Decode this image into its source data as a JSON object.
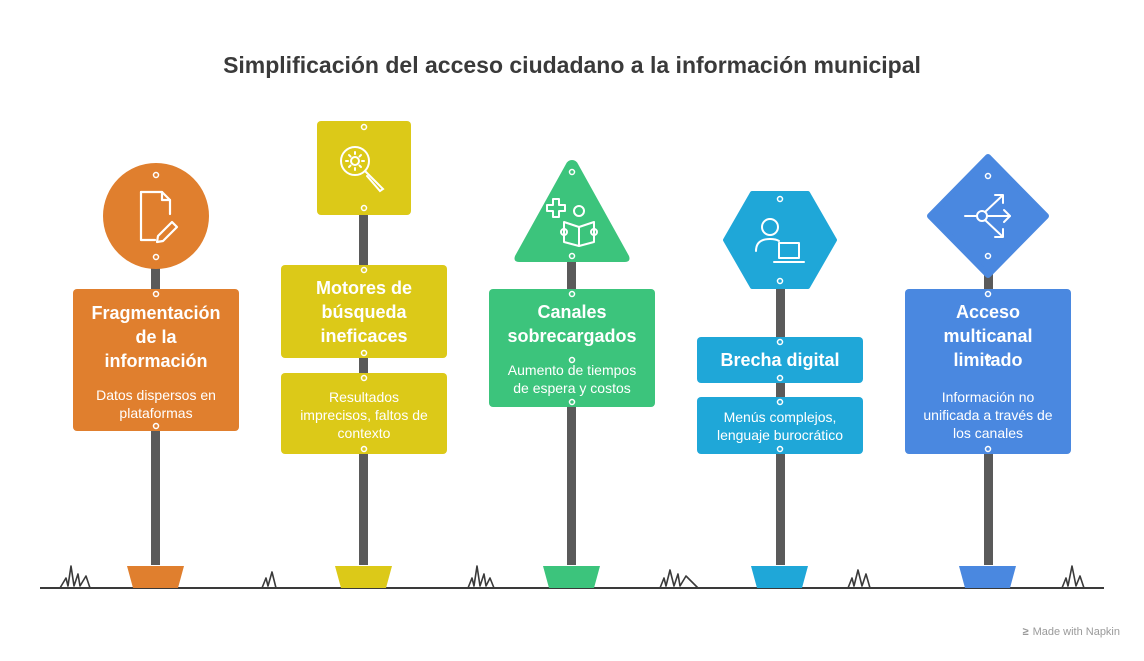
{
  "title": "Simplificación del acceso ciudadano a la información municipal",
  "colors": {
    "orange": "#E07F2E",
    "yellow": "#DCC918",
    "green": "#3CC47C",
    "cyan": "#1FA7D8",
    "blue": "#4A88E0",
    "pole": "#5a5a5a",
    "ground": "#3a3a3a"
  },
  "signs": [
    {
      "id": "fragmentacion",
      "title": "Fragmentación de la información",
      "title_lines": [
        "Fragmentación",
        "de la",
        "información"
      ],
      "description": "Datos dispersos en plataformas",
      "desc_lines": [
        "Datos dispersos en",
        "plataformas"
      ],
      "icon": "document-edit-icon",
      "shape": "circle"
    },
    {
      "id": "motores",
      "title": "Motores de búsqueda ineficaces",
      "title_lines": [
        "Motores de",
        "búsqueda",
        "ineficaces"
      ],
      "description": "Resultados imprecisos, faltos de contexto",
      "desc_lines": [
        "Resultados",
        "imprecisos, faltos de",
        "contexto"
      ],
      "icon": "gear-search-icon",
      "shape": "square"
    },
    {
      "id": "canales",
      "title": "Canales sobrecargados",
      "title_lines": [
        "Canales",
        "sobrecargados"
      ],
      "description": "Aumento de tiempos de espera y costos",
      "desc_lines": [
        "Aumento de tiempos",
        "de espera y costos"
      ],
      "icon": "reader-plus-icon",
      "shape": "triangle"
    },
    {
      "id": "brecha",
      "title": "Brecha digital",
      "title_lines": [
        "Brecha digital"
      ],
      "description": "Menús complejos, lenguaje burocrático",
      "desc_lines": [
        "Menús complejos,",
        "lenguaje burocrático"
      ],
      "icon": "user-laptop-icon",
      "shape": "hexagon"
    },
    {
      "id": "acceso",
      "title": "Acceso multicanal limitado",
      "title_lines": [
        "Acceso",
        "multicanal",
        "limitado"
      ],
      "description": "Información no unificada a través de los canales",
      "desc_lines": [
        "Información no",
        "unificada a través de",
        "los canales"
      ],
      "icon": "split-arrows-icon",
      "shape": "diamond"
    }
  ],
  "watermark": "Made with Napkin"
}
